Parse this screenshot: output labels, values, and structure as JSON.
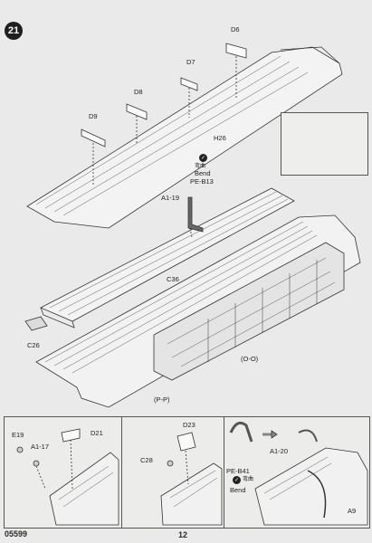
{
  "step": {
    "number": "21"
  },
  "parts": {
    "d6": "D6",
    "d7": "D7",
    "d8": "D8",
    "d9": "D9",
    "h26": "H26",
    "pe_b13_cn": "弯曲",
    "pe_b13_bend": "Bend",
    "pe_b13": "PE-B13",
    "a1_19": "A1-19",
    "c36": "C36",
    "c26": "C26",
    "o_o": "(O-O)",
    "p_p": "(P-P)",
    "e19": "E19",
    "a1_17": "A1-17",
    "d21": "D21",
    "d23": "D23",
    "c28": "C28",
    "a1_20": "A1-20",
    "pe_b41": "PE-B41",
    "pe_b41_cn": "弯曲",
    "pe_b41_bend": "Bend",
    "a9": "A9"
  },
  "footer": {
    "code": "05599",
    "page": "12"
  }
}
